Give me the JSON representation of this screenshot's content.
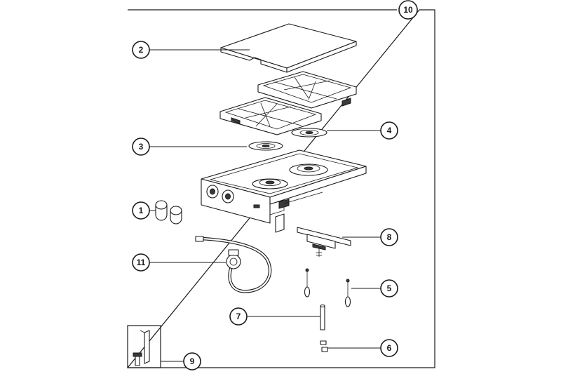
{
  "diagram": {
    "callouts": {
      "c1": "1",
      "c2": "2",
      "c3": "3",
      "c4": "4",
      "c5": "5",
      "c6": "6",
      "c7": "7",
      "c8": "8",
      "c9": "9",
      "c10": "10",
      "c11": "11"
    },
    "parts": {
      "p1": "burner-cap-rings",
      "p2": "cover-lid",
      "p3": "burner-cap-left",
      "p4": "burner-cap-right",
      "p5": "igniter-electrodes",
      "p6": "clips",
      "p7": "pin",
      "p8": "mounting-bracket",
      "p9": "screw-and-hex-key",
      "p10": "side-burner-assembly",
      "p11": "gas-hose-regulator"
    },
    "colors": {
      "line": "#1a1a1a",
      "background": "#ffffff"
    }
  }
}
